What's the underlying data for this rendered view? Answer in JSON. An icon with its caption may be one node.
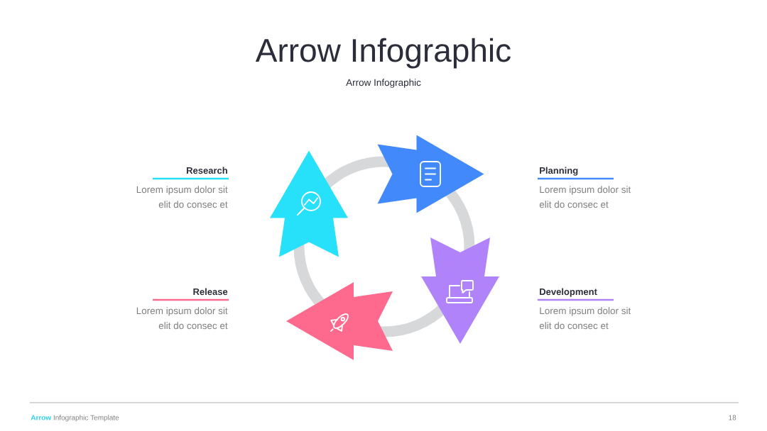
{
  "diagram": {
    "title": "Arrow Infographic",
    "nodes": [
      {
        "text": [],
        "shape": "arrow",
        "beside": [
          "Research",
          "Lorem ipsum dolor sit elit do consec et"
        ]
      },
      {
        "text": [],
        "shape": "arrow",
        "beside": [
          "Planning",
          "Lorem ipsum dolor sit elit do consec et"
        ]
      },
      {
        "text": [],
        "shape": "arrow",
        "beside": [
          "Development",
          "Lorem ipsum dolor sit elit do consec et"
        ]
      },
      {
        "text": [],
        "shape": "arrow",
        "beside": [
          "Release",
          "Lorem ipsum dolor sit elit do consec et"
        ]
      }
    ],
    "labels": [
      "Arrow Infographic",
      "**Arrow** Infographic Template",
      "18"
    ]
  }
}
